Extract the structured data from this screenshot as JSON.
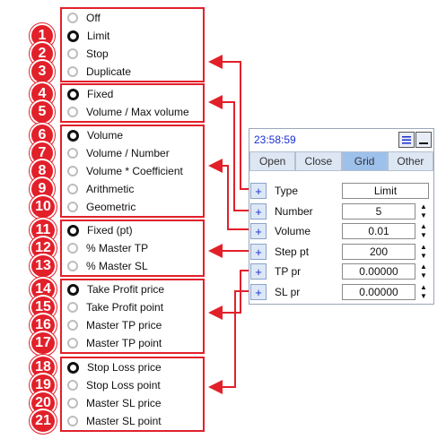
{
  "groups": [
    {
      "badges": [
        "1",
        "2",
        "3"
      ],
      "options": [
        {
          "label": "Off",
          "selected": false
        },
        {
          "label": "Limit",
          "selected": true
        },
        {
          "label": "Stop",
          "selected": false
        },
        {
          "label": "Duplicate",
          "selected": false
        }
      ]
    },
    {
      "badges": [
        "4",
        "5"
      ],
      "options": [
        {
          "label": "Fixed",
          "selected": true
        },
        {
          "label": "Volume / Max volume",
          "selected": false
        }
      ]
    },
    {
      "badges": [
        "6",
        "7",
        "8",
        "9",
        "10"
      ],
      "options": [
        {
          "label": "Volume",
          "selected": true
        },
        {
          "label": "Volume / Number",
          "selected": false
        },
        {
          "label": "Volume * Coefficient",
          "selected": false
        },
        {
          "label": "Arithmetic",
          "selected": false
        },
        {
          "label": "Geometric",
          "selected": false
        }
      ]
    },
    {
      "badges": [
        "11",
        "12",
        "13"
      ],
      "options": [
        {
          "label": "Fixed (pt)",
          "selected": true
        },
        {
          "label": "% Master TP",
          "selected": false
        },
        {
          "label": "% Master SL",
          "selected": false
        }
      ]
    },
    {
      "badges": [
        "14",
        "15",
        "16",
        "17"
      ],
      "options": [
        {
          "label": "Take Profit price",
          "selected": true
        },
        {
          "label": "Take Profit point",
          "selected": false
        },
        {
          "label": "Master TP price",
          "selected": false
        },
        {
          "label": "Master TP point",
          "selected": false
        }
      ]
    },
    {
      "badges": [
        "18",
        "19",
        "20",
        "21"
      ],
      "options": [
        {
          "label": "Stop Loss price",
          "selected": true
        },
        {
          "label": "Stop Loss point",
          "selected": false
        },
        {
          "label": "Master SL price",
          "selected": false
        },
        {
          "label": "Master SL point",
          "selected": false
        }
      ]
    }
  ],
  "panel": {
    "clock": "23:58:59",
    "tabs": [
      "Open",
      "Close",
      "Grid",
      "Other"
    ],
    "active_tab": "Grid",
    "rows": [
      {
        "label": "Type",
        "value": "Limit",
        "spinner": false
      },
      {
        "label": "Number",
        "value": "5",
        "spinner": true
      },
      {
        "label": "Volume",
        "value": "0.01",
        "spinner": true
      },
      {
        "label": "Step pt",
        "value": "200",
        "spinner": true
      },
      {
        "label": "TP pr",
        "value": "0.00000",
        "spinner": true
      },
      {
        "label": "SL pr",
        "value": "0.00000",
        "spinner": true
      }
    ],
    "plus_label": "+",
    "spinner_up": "▲",
    "spinner_down": "▼"
  },
  "colors": {
    "accent": "#e2202a",
    "clock": "#1a2fd1",
    "active_tab": "#9ec1ec"
  }
}
